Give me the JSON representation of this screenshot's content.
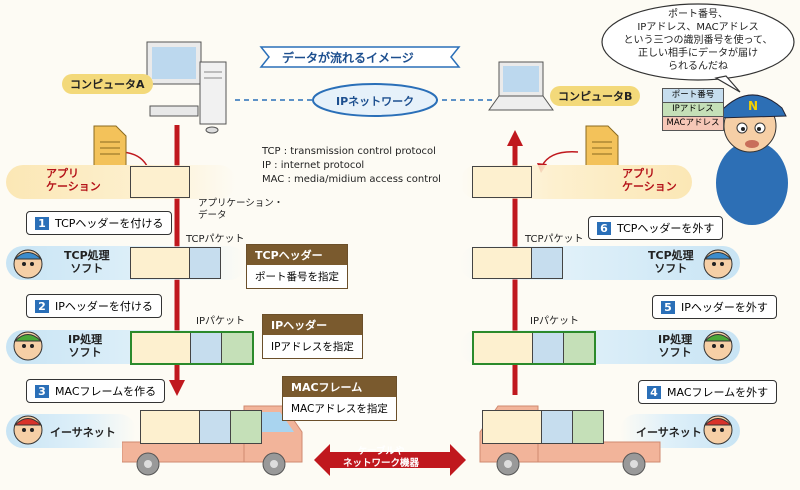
{
  "banner": "データが流れるイメージ",
  "network": "IPネットワーク",
  "computer_a": "コンピュータA",
  "computer_b": "コンピュータB",
  "speech": [
    "ポート番号、",
    "IPアドレス、MACアドレス",
    "という三つの識別番号を使って、",
    "正しい相手にデータが届け",
    "られるんだね"
  ],
  "legend": [
    "ポート番号",
    "IPアドレス",
    "MACアドレス"
  ],
  "protocols": [
    "TCP : transmission control protocol",
    "IP : internet protocol",
    "MAC : media/midium access control"
  ],
  "app_label_l1": "アプリ",
  "app_label_l2": "ケーション",
  "app_data_l1": "アプリケーション・",
  "app_data_l2": "データ",
  "steps": {
    "s1": {
      "num": "1",
      "text": "TCPヘッダーを付ける"
    },
    "s2": {
      "num": "2",
      "text": "IPヘッダーを付ける"
    },
    "s3": {
      "num": "3",
      "text": "MACフレームを作る"
    },
    "s4": {
      "num": "4",
      "text": "MACフレームを外す"
    },
    "s5": {
      "num": "5",
      "text": "IPヘッダーを外す"
    },
    "s6": {
      "num": "6",
      "text": "TCPヘッダーを外す"
    }
  },
  "tcp_soft_l1": "TCP処理",
  "tcp_soft_l2": "ソフト",
  "ip_soft_l1": "IP処理",
  "ip_soft_l2": "ソフト",
  "ethernet": "イーサネット",
  "tcp_packet": "TCPパケット",
  "ip_packet": "IPパケット",
  "tcp_header": {
    "title": "TCPヘッダー",
    "body": "ポート番号を指定"
  },
  "ip_header": {
    "title": "IPヘッダー",
    "body": "IPアドレスを指定"
  },
  "mac_frame": {
    "title": "MACフレーム",
    "body": "MACアドレスを指定"
  },
  "cable_l1": "ケーブルや",
  "cable_l2": "ネットワーク機器",
  "colors": {
    "arrow": "#c0181e",
    "step": "#2a6fb8",
    "header": "#7a5a2e"
  }
}
